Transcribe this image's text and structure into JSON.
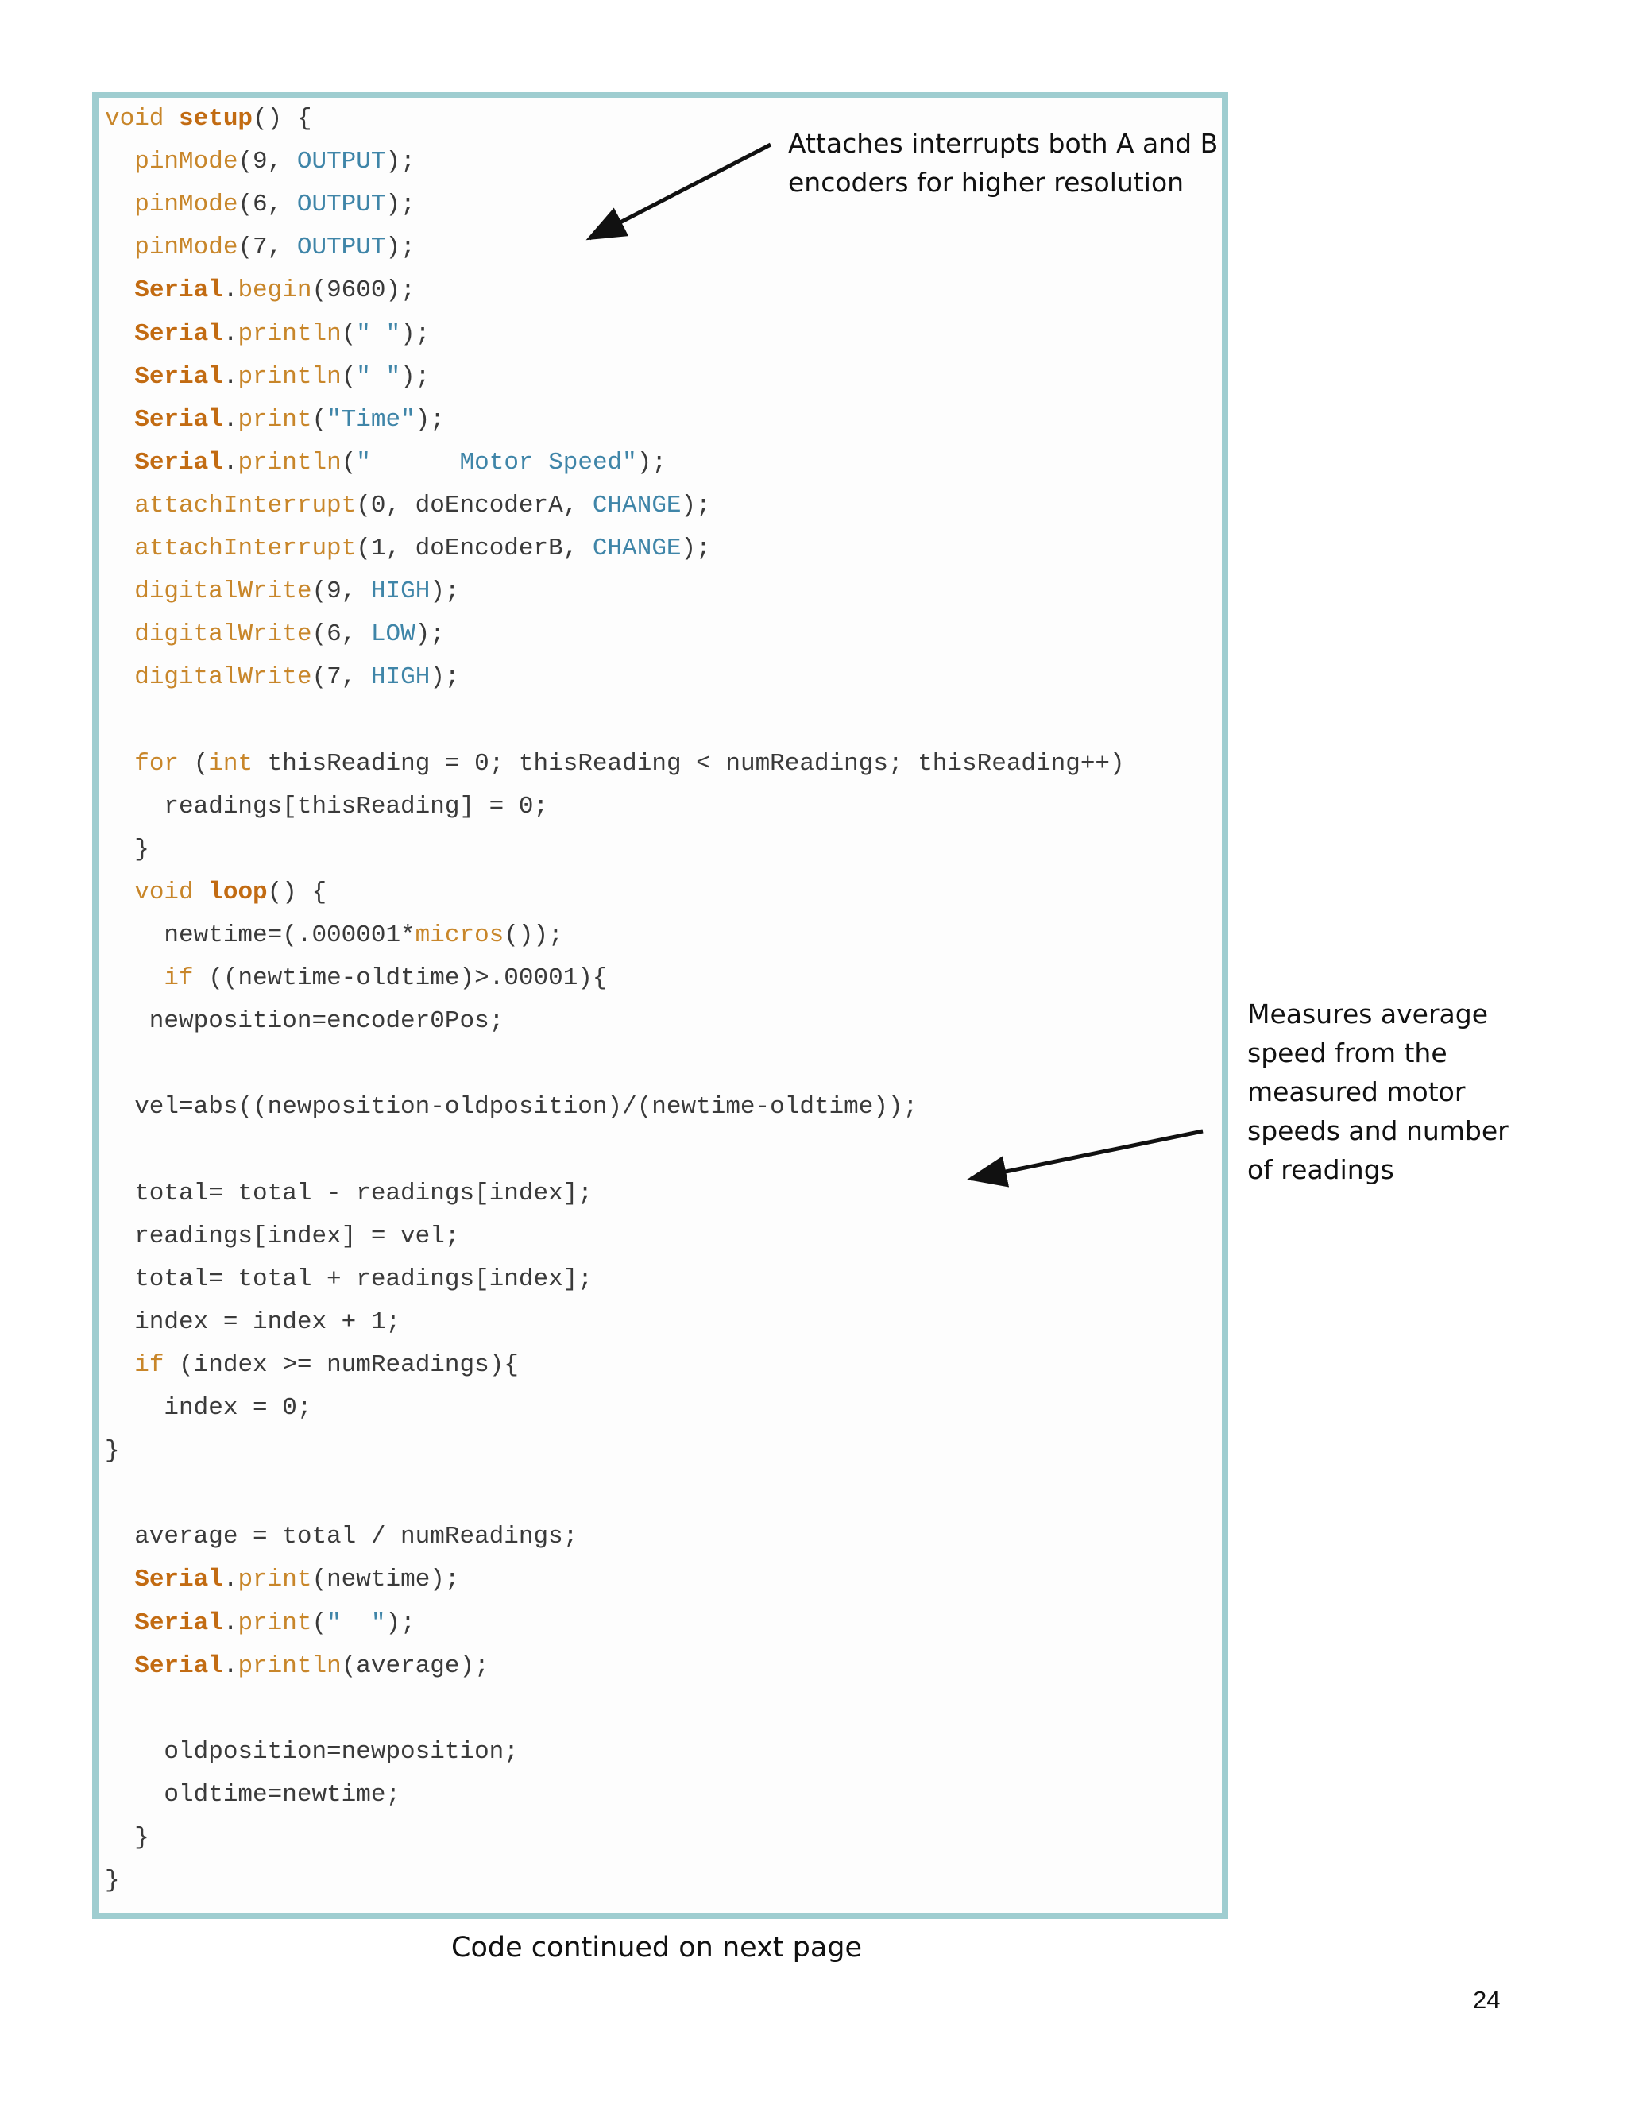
{
  "code_lines": [
    [
      {
        "t": "void ",
        "c": "kw"
      },
      {
        "t": "setup",
        "c": "bold"
      },
      {
        "t": "() {",
        "c": "plain"
      }
    ],
    [
      {
        "t": "  ",
        "c": "plain"
      },
      {
        "t": "pinMode",
        "c": "fn"
      },
      {
        "t": "(9, ",
        "c": "plain"
      },
      {
        "t": "OUTPUT",
        "c": "const"
      },
      {
        "t": ");",
        "c": "plain"
      }
    ],
    [
      {
        "t": "  ",
        "c": "plain"
      },
      {
        "t": "pinMode",
        "c": "fn"
      },
      {
        "t": "(6, ",
        "c": "plain"
      },
      {
        "t": "OUTPUT",
        "c": "const"
      },
      {
        "t": ");",
        "c": "plain"
      }
    ],
    [
      {
        "t": "  ",
        "c": "plain"
      },
      {
        "t": "pinMode",
        "c": "fn"
      },
      {
        "t": "(7, ",
        "c": "plain"
      },
      {
        "t": "OUTPUT",
        "c": "const"
      },
      {
        "t": ");",
        "c": "plain"
      }
    ],
    [
      {
        "t": "  ",
        "c": "plain"
      },
      {
        "t": "Serial",
        "c": "bold"
      },
      {
        "t": ".",
        "c": "plain"
      },
      {
        "t": "begin",
        "c": "fn"
      },
      {
        "t": "(9600);",
        "c": "plain"
      }
    ],
    [
      {
        "t": "  ",
        "c": "plain"
      },
      {
        "t": "Serial",
        "c": "bold"
      },
      {
        "t": ".",
        "c": "plain"
      },
      {
        "t": "println",
        "c": "fn"
      },
      {
        "t": "(",
        "c": "plain"
      },
      {
        "t": "\" \"",
        "c": "str"
      },
      {
        "t": ");",
        "c": "plain"
      }
    ],
    [
      {
        "t": "  ",
        "c": "plain"
      },
      {
        "t": "Serial",
        "c": "bold"
      },
      {
        "t": ".",
        "c": "plain"
      },
      {
        "t": "println",
        "c": "fn"
      },
      {
        "t": "(",
        "c": "plain"
      },
      {
        "t": "\" \"",
        "c": "str"
      },
      {
        "t": ");",
        "c": "plain"
      }
    ],
    [
      {
        "t": "  ",
        "c": "plain"
      },
      {
        "t": "Serial",
        "c": "bold"
      },
      {
        "t": ".",
        "c": "plain"
      },
      {
        "t": "print",
        "c": "fn"
      },
      {
        "t": "(",
        "c": "plain"
      },
      {
        "t": "\"Time\"",
        "c": "str"
      },
      {
        "t": ");",
        "c": "plain"
      }
    ],
    [
      {
        "t": "  ",
        "c": "plain"
      },
      {
        "t": "Serial",
        "c": "bold"
      },
      {
        "t": ".",
        "c": "plain"
      },
      {
        "t": "println",
        "c": "fn"
      },
      {
        "t": "(",
        "c": "plain"
      },
      {
        "t": "\"      Motor Speed\"",
        "c": "str"
      },
      {
        "t": ");",
        "c": "plain"
      }
    ],
    [
      {
        "t": "  ",
        "c": "plain"
      },
      {
        "t": "attachInterrupt",
        "c": "fn"
      },
      {
        "t": "(0, doEncoderA, ",
        "c": "plain"
      },
      {
        "t": "CHANGE",
        "c": "const"
      },
      {
        "t": ");",
        "c": "plain"
      }
    ],
    [
      {
        "t": "  ",
        "c": "plain"
      },
      {
        "t": "attachInterrupt",
        "c": "fn"
      },
      {
        "t": "(1, doEncoderB, ",
        "c": "plain"
      },
      {
        "t": "CHANGE",
        "c": "const"
      },
      {
        "t": ");",
        "c": "plain"
      }
    ],
    [
      {
        "t": "  ",
        "c": "plain"
      },
      {
        "t": "digitalWrite",
        "c": "fn"
      },
      {
        "t": "(9, ",
        "c": "plain"
      },
      {
        "t": "HIGH",
        "c": "const"
      },
      {
        "t": ");",
        "c": "plain"
      }
    ],
    [
      {
        "t": "  ",
        "c": "plain"
      },
      {
        "t": "digitalWrite",
        "c": "fn"
      },
      {
        "t": "(6, ",
        "c": "plain"
      },
      {
        "t": "LOW",
        "c": "const"
      },
      {
        "t": ");",
        "c": "plain"
      }
    ],
    [
      {
        "t": "  ",
        "c": "plain"
      },
      {
        "t": "digitalWrite",
        "c": "fn"
      },
      {
        "t": "(7, ",
        "c": "plain"
      },
      {
        "t": "HIGH",
        "c": "const"
      },
      {
        "t": ");",
        "c": "plain"
      }
    ],
    [],
    [
      {
        "t": "  ",
        "c": "plain"
      },
      {
        "t": "for",
        "c": "kw"
      },
      {
        "t": " (",
        "c": "plain"
      },
      {
        "t": "int",
        "c": "kw"
      },
      {
        "t": " thisReading = 0; thisReading < numReadings; thisReading++)",
        "c": "plain"
      }
    ],
    [
      {
        "t": "    readings[thisReading] = 0;",
        "c": "plain"
      }
    ],
    [
      {
        "t": "  }",
        "c": "plain"
      }
    ],
    [
      {
        "t": "  ",
        "c": "plain"
      },
      {
        "t": "void ",
        "c": "kw"
      },
      {
        "t": "loop",
        "c": "bold"
      },
      {
        "t": "() {",
        "c": "plain"
      }
    ],
    [
      {
        "t": "    newtime=(.000001*",
        "c": "plain"
      },
      {
        "t": "micros",
        "c": "fn"
      },
      {
        "t": "());",
        "c": "plain"
      }
    ],
    [
      {
        "t": "    ",
        "c": "plain"
      },
      {
        "t": "if",
        "c": "kw"
      },
      {
        "t": " ((newtime-oldtime)>.00001){",
        "c": "plain"
      }
    ],
    [
      {
        "t": "   newposition=encoder0Pos;",
        "c": "plain"
      }
    ],
    [],
    [
      {
        "t": "  vel=abs((newposition-oldposition)/(newtime-oldtime));",
        "c": "plain"
      }
    ],
    [],
    [
      {
        "t": "  total= total - readings[index];",
        "c": "plain"
      }
    ],
    [
      {
        "t": "  readings[index] = vel;",
        "c": "plain"
      }
    ],
    [
      {
        "t": "  total= total + readings[index];",
        "c": "plain"
      }
    ],
    [
      {
        "t": "  index = index + 1;",
        "c": "plain"
      }
    ],
    [
      {
        "t": "  ",
        "c": "plain"
      },
      {
        "t": "if",
        "c": "kw"
      },
      {
        "t": " (index >= numReadings){",
        "c": "plain"
      }
    ],
    [
      {
        "t": "    index = 0;",
        "c": "plain"
      }
    ],
    [
      {
        "t": "}",
        "c": "plain"
      }
    ],
    [],
    [
      {
        "t": "  average = total / numReadings;",
        "c": "plain"
      }
    ],
    [
      {
        "t": "  ",
        "c": "plain"
      },
      {
        "t": "Serial",
        "c": "bold"
      },
      {
        "t": ".",
        "c": "plain"
      },
      {
        "t": "print",
        "c": "fn"
      },
      {
        "t": "(newtime);",
        "c": "plain"
      }
    ],
    [
      {
        "t": "  ",
        "c": "plain"
      },
      {
        "t": "Serial",
        "c": "bold"
      },
      {
        "t": ".",
        "c": "plain"
      },
      {
        "t": "print",
        "c": "fn"
      },
      {
        "t": "(",
        "c": "plain"
      },
      {
        "t": "\"  \"",
        "c": "str"
      },
      {
        "t": ");",
        "c": "plain"
      }
    ],
    [
      {
        "t": "  ",
        "c": "plain"
      },
      {
        "t": "Serial",
        "c": "bold"
      },
      {
        "t": ".",
        "c": "plain"
      },
      {
        "t": "println",
        "c": "fn"
      },
      {
        "t": "(average);",
        "c": "plain"
      }
    ],
    [],
    [
      {
        "t": "    oldposition=newposition;",
        "c": "plain"
      }
    ],
    [
      {
        "t": "    oldtime=newtime;",
        "c": "plain"
      }
    ],
    [
      {
        "t": "  }",
        "c": "plain"
      }
    ],
    [
      {
        "t": "}",
        "c": "plain"
      }
    ]
  ],
  "annotations": {
    "interrupts": {
      "lines": [
        "Attaches interrupts both A and B",
        "encoders for higher resolution"
      ]
    },
    "average_speed": {
      "lines": [
        "Measures average",
        "speed from the",
        "measured motor",
        "speeds and number",
        "of readings"
      ]
    }
  },
  "caption": "Code continued on next page",
  "page_number": "24",
  "colors": {
    "frame_border": "#9fcdd0",
    "keyword": "#c8862a",
    "function": "#c8862a",
    "bold_identifier": "#c26b12",
    "constant": "#3f85a8",
    "string": "#3f85a8",
    "plain_code": "#3a3a3a"
  }
}
